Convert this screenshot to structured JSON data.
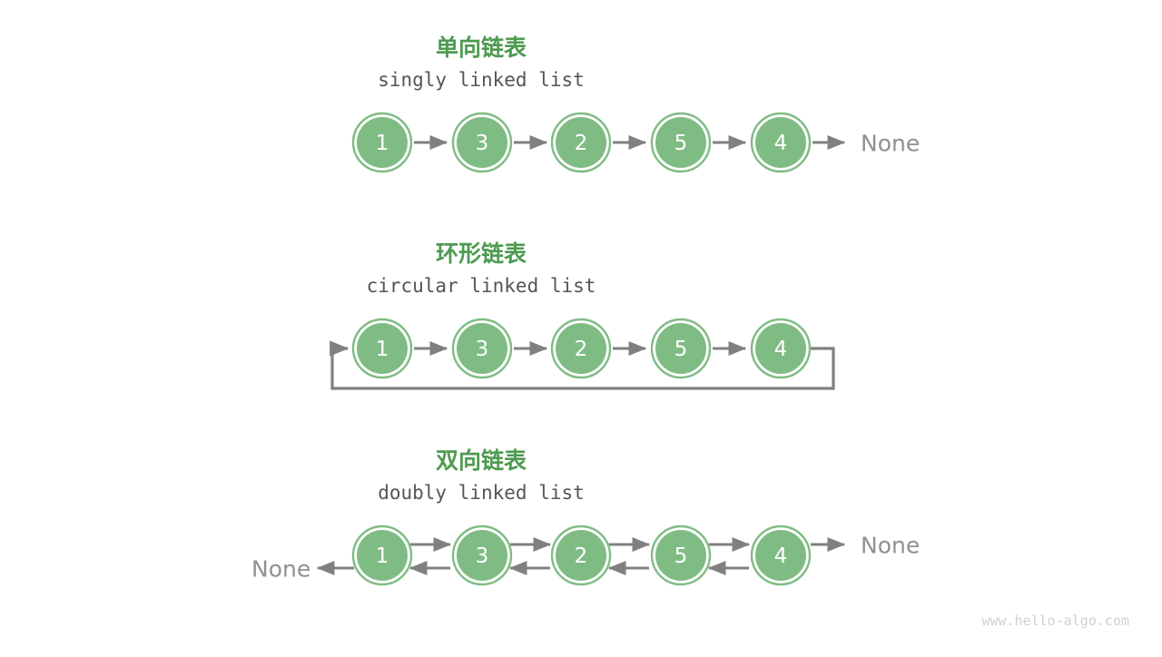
{
  "page": {
    "background": "#ffffff",
    "watermark": "www.hello-algo.com"
  },
  "colors": {
    "node_green": "#7fbc84",
    "title_green": "#4e9a51",
    "arrow_gray": "#808080",
    "none_gray": "#909090",
    "subtitle_gray": "#555555",
    "watermark_gray": "#d0d0d0",
    "node_text": "#ffffff"
  },
  "sections": [
    {
      "id": "singly",
      "title_cn": "单向链表",
      "title_en": "singly linked list",
      "nodes": [
        "1",
        "3",
        "2",
        "5",
        "4"
      ],
      "tail_terminator": "None",
      "head_terminator": null,
      "circular": false,
      "bidirectional": false
    },
    {
      "id": "circular",
      "title_cn": "环形链表",
      "title_en": "circular linked list",
      "nodes": [
        "1",
        "3",
        "2",
        "5",
        "4"
      ],
      "tail_terminator": null,
      "head_terminator": null,
      "circular": true,
      "bidirectional": false
    },
    {
      "id": "doubly",
      "title_cn": "双向链表",
      "title_en": "doubly linked list",
      "nodes": [
        "1",
        "3",
        "2",
        "5",
        "4"
      ],
      "tail_terminator": "None",
      "head_terminator": "None",
      "circular": false,
      "bidirectional": true
    }
  ]
}
